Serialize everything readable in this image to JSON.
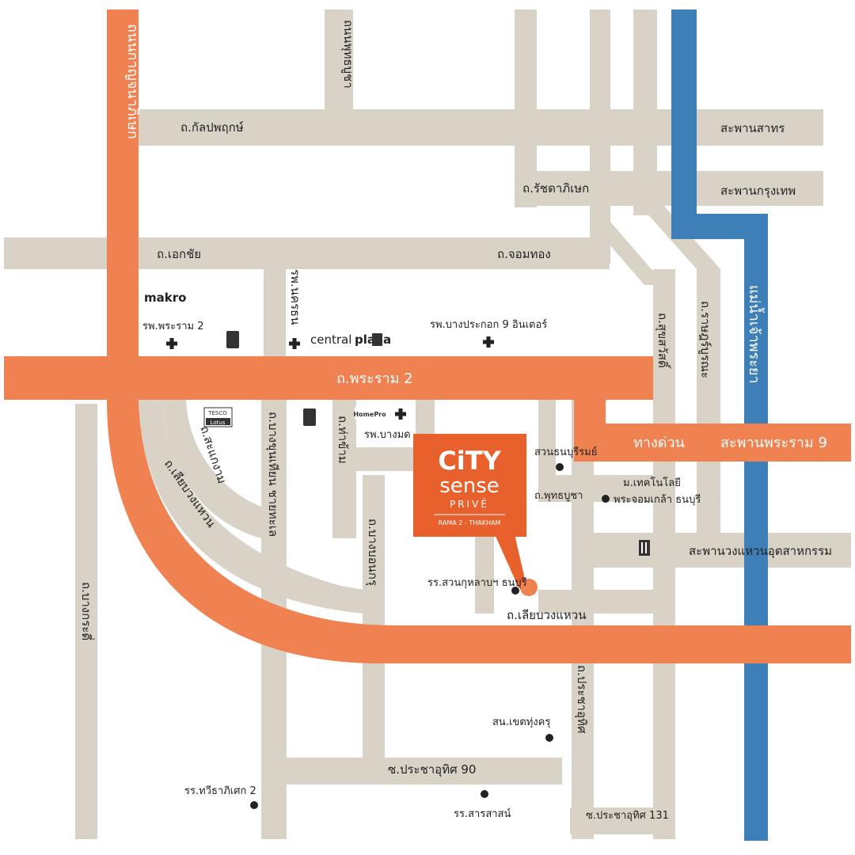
{
  "colors": {
    "minor_road": "#d9d2c6",
    "major_road": "#ef8250",
    "river": "#3f7fb8",
    "brand": "#e8612c",
    "text": "#222222"
  },
  "roads": {
    "top_left_vertical": "ถนนกาญจนาภิเษก",
    "top_vertical": "ถนนพุทธบูชา",
    "kalapapruek": "ถ.กัลปพฤกษ์",
    "ratchadaphisek": "ถ.รัชดาภิเษก",
    "ekkachai": "ถ.เอกชัย",
    "chom_thong": "ถ.จอมทอง",
    "rama2": "ถ.พระราม 2",
    "suksawat": "ถ.สุขสวัสดิ์",
    "ratburana": "ถ.ราษฎร์บูรณะ",
    "river_name": "แม่น้ำเจ้าพระยา",
    "sakae_ngam": "ถ.สะแกงาม",
    "bang_khun_thian_chaitalay": "ถ.บางขุนเทียน ชายทะเล",
    "tha_kham": "ถ.ท่าข้าม",
    "phutthabucha": "ถ.พุทธบูชา",
    "liap_wong_waen_curve": "ถ.เลียบวงแหวน",
    "liap_wong_waen": "ถ.เลียบวงแหวน",
    "bang_kradi": "ถ.บางกระดี่",
    "yuttayaowaphakdi": "ถ.บางบอนกรุ",
    "pracha_uthit": "ถ.ประชาอุทิศ",
    "soi_pracha_uthit_90": "ซ.ประชาอุทิศ 90",
    "soi_pracha_uthit_131": "ซ.ประชาอุทิศ 131",
    "expressway": "ทางด่วน",
    "rama9_bridge": "สะพานพระราม 9",
    "sathorn_bridge": "สะพานสาทร",
    "krungthep_bridge": "สะพานกรุงเทพ",
    "industrial_ring_bridge": "สะพานวงแหวนอุตสาหกรรม"
  },
  "places": {
    "makro": "makro",
    "rama2_hospital": "รพ.พระราม 2",
    "nakarin_hospital": "รพ.นครธน",
    "central_plaza_a": "central",
    "central_plaza_b": "pla",
    "central_plaza_c": "a",
    "bangpakok_hospital": "รพ.บางประกอก 9 อินเตอร์",
    "tesco": "TESCO",
    "lotus": "Lotus",
    "homepro": "HomePro",
    "bangmod_hospital": "รพ.บางมด",
    "suan_thon": "สวนธนบุรีรมย์",
    "kmutt_line1": "ม.เทคโนโลยี",
    "kmutt_line2": "พระจอมเกล้า ธนบุรี",
    "suankularb_school": "รร.สวนกุหลาบฯ ธนบุรี",
    "police_station": "สน.เขตทุ่งครุ",
    "thawee_school": "รร.ทวีธาภิเศก 2",
    "san_school": "รร.สารสาสน์"
  },
  "project": {
    "name_top": "CiTY",
    "name_mid": "sense",
    "name_sub": "PRIVĒ",
    "location": "RAMA 2 - THAKHAM"
  }
}
